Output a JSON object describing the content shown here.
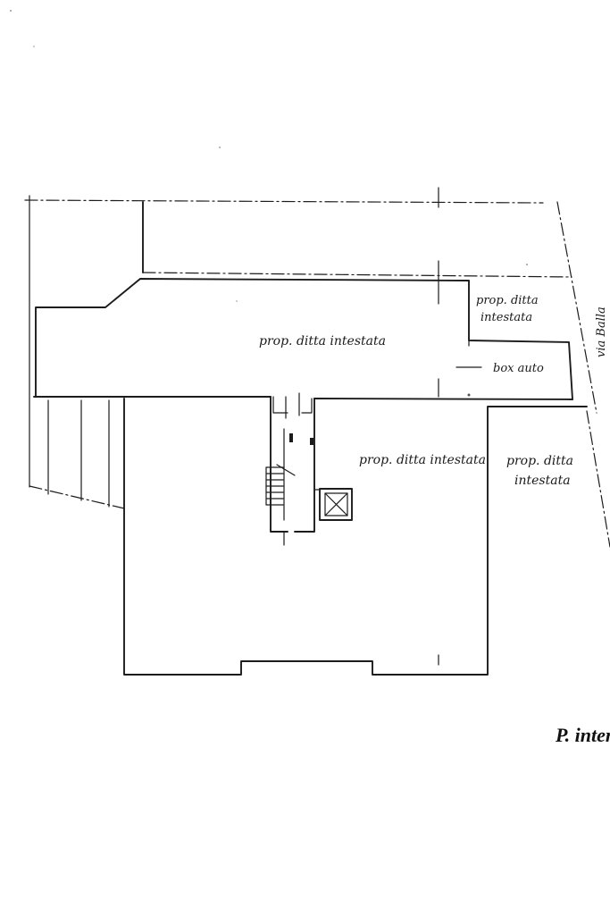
{
  "labels": {
    "main_hall": "prop. ditta intestata",
    "upper_right": "prop. ditta intestata",
    "box": "box auto",
    "street": "via Balla",
    "center_right": "prop. ditta intestata",
    "far_right": "prop. ditta intestata",
    "floor": "P. inter"
  },
  "colors": {
    "ink": "#1c1c1c",
    "paper": "#ffffff"
  }
}
